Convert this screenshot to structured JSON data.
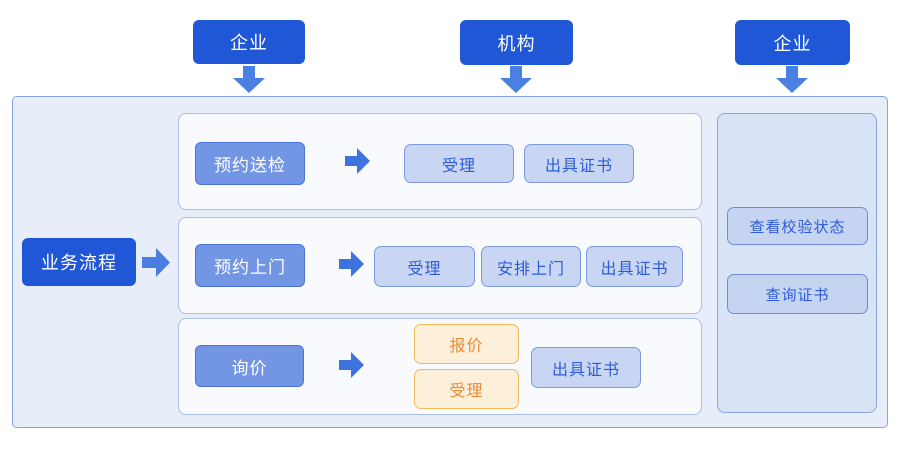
{
  "diagram": {
    "actors": [
      {
        "label": "企业"
      },
      {
        "label": "机构"
      },
      {
        "label": "企业"
      }
    ],
    "process_label": "业务流程",
    "rows": [
      {
        "trigger": "预约送检",
        "steps": [
          "受理",
          "出具证书"
        ]
      },
      {
        "trigger": "预约上门",
        "steps": [
          "受理",
          "安排上门",
          "出具证书"
        ]
      },
      {
        "trigger": "询价",
        "quote_steps": [
          "报价",
          "受理"
        ],
        "steps": [
          "出具证书"
        ]
      }
    ],
    "side_panel": {
      "buttons": [
        "查看校验状态",
        "查询证书"
      ]
    }
  },
  "colors": {
    "actor_bg": "#2057d6",
    "arrow_down": "#4a80e2",
    "arrow_right": "#3e72dc",
    "trigger_bg": "#7396e4",
    "trigger_border": "#4a73d8",
    "step_bg": "#c8d6f3",
    "step_border": "#7e9ade",
    "step_text": "#2e5cd8",
    "quote_bg": "#fcf0da",
    "quote_border": "#f2ba58",
    "quote_text": "#ef8a35",
    "container_bg": "#e8eef9",
    "container_border": "#85a2e2",
    "lane_bg": "#f8fafd",
    "lane_border": "#aabfe9",
    "panel_bg": "#d9e3f6",
    "panel_border": "#8aa5e2"
  }
}
